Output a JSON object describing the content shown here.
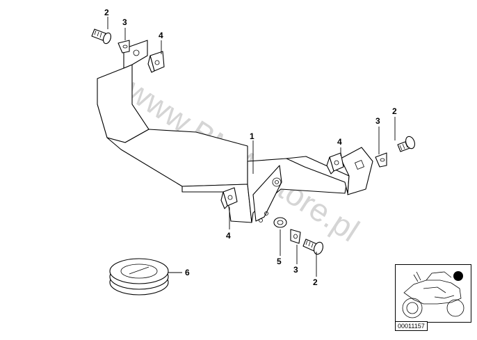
{
  "callouts": {
    "c1": "1",
    "c2_top_left": "2",
    "c3_top_left": "3",
    "c4_top": "4",
    "c3_right": "3",
    "c2_right": "2",
    "c4_right": "4",
    "c4_bottom": "4",
    "c5": "5",
    "c3_bottom": "3",
    "c2_bottom": "2",
    "c6": "6"
  },
  "watermark": "www.BMW-store.pl",
  "diagram_id": "00011157",
  "colors": {
    "line": "#000000",
    "watermark": "#c8c8c8",
    "marker": "#000000"
  }
}
